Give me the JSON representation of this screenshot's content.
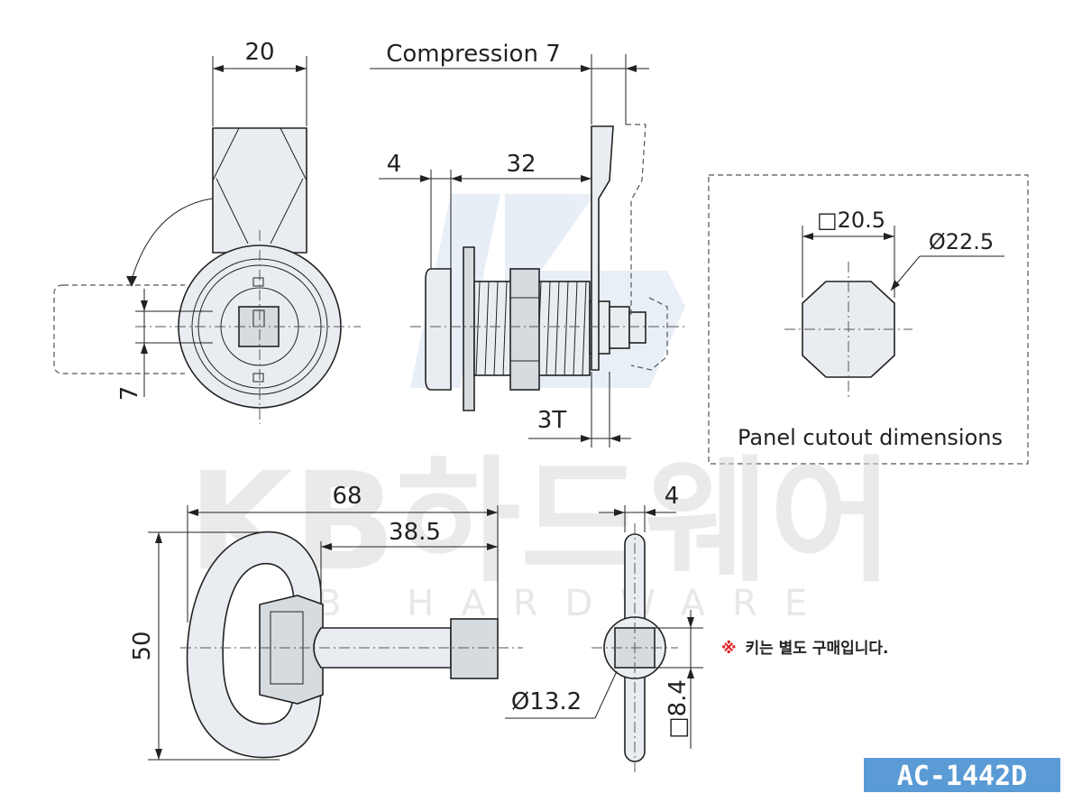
{
  "dimensions": {
    "top_width": "20",
    "compression": "Compression 7",
    "offset_4": "4",
    "length_32": "32",
    "cam_7": "7",
    "thickness": "3T",
    "key_length": "68",
    "key_shank": "38.5",
    "key_height": "50",
    "key_tip": "4",
    "key_diameter": "Ø13.2",
    "key_square": "□8.4"
  },
  "cutout": {
    "square": "□20.5",
    "diameter": "Ø22.5",
    "label": "Panel cutout dimensions"
  },
  "note": {
    "mark": "※",
    "text": "키는 별도 구매입니다."
  },
  "watermark": {
    "title": "KB하드웨어",
    "subtitle": "KB HARDWARE"
  },
  "product_code": "AC-1442D",
  "colors": {
    "badge": "#5a9bd5",
    "note_mark": "#e02020",
    "logo": "#dfe8f3"
  }
}
